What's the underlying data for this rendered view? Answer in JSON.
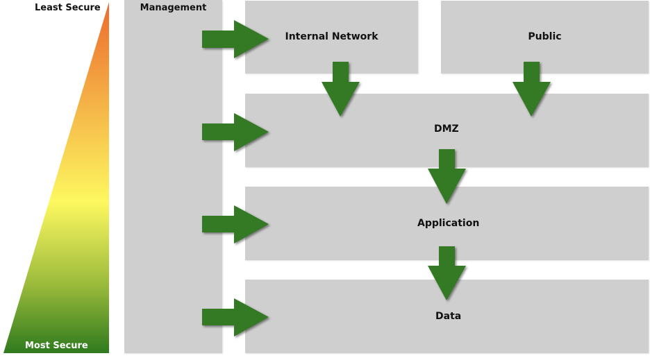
{
  "scale": {
    "top_label": "Least Secure",
    "bottom_label": "Most Secure",
    "gradient": [
      "#ec6a2c",
      "#f5b548",
      "#fdf860",
      "#9dbc3c",
      "#2f7a1e"
    ]
  },
  "management": {
    "label": "Management"
  },
  "zones": {
    "internal_network": "Internal Network",
    "public": "Public",
    "dmz": "DMZ",
    "application": "Application",
    "data": "Data"
  },
  "colors": {
    "box": "#cfcfcf",
    "arrow": "#347a24"
  },
  "flows": [
    {
      "from": "Management",
      "to": "Internal Network"
    },
    {
      "from": "Management",
      "to": "DMZ"
    },
    {
      "from": "Management",
      "to": "Application"
    },
    {
      "from": "Management",
      "to": "Data"
    },
    {
      "from": "Internal Network",
      "to": "DMZ"
    },
    {
      "from": "Public",
      "to": "DMZ"
    },
    {
      "from": "DMZ",
      "to": "Application"
    },
    {
      "from": "Application",
      "to": "Data"
    }
  ]
}
